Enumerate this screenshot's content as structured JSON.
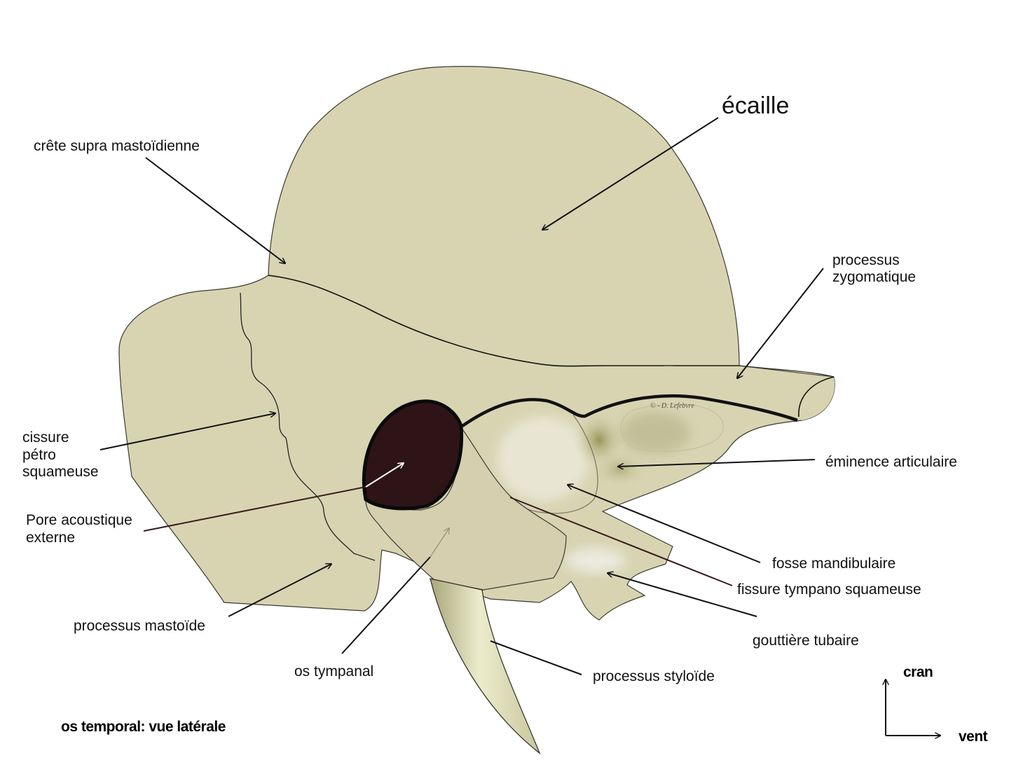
{
  "colors": {
    "bone": "#d8d4b2",
    "bone_stroke": "#3a3a30",
    "pore": "#2e1416",
    "tympanal": "#d6d0b4",
    "styloid": "#e6e6c4",
    "shadow": "#8e8a4a"
  },
  "labels": {
    "ecaille": "écaille",
    "crete": "crête supra mastoïdienne",
    "zygomatique_1": "processus",
    "zygomatique_2": "zygomatique",
    "cissure_1": "cissure",
    "cissure_2": "pétro",
    "cissure_3": "squameuse",
    "pore_1": "Pore acoustique",
    "pore_2": "externe",
    "eminence": "éminence articulaire",
    "fosse": "fosse mandibulaire",
    "fissure": "fissure tympano squameuse",
    "gouttiere": "gouttière tubaire",
    "mastoide": "processus mastoïde",
    "tympanal": "os tympanal",
    "styloide": "processus styloïde",
    "watermark": "© - D. Lefebvre"
  },
  "title": "os temporal: vue latérale",
  "orientation": {
    "up": "cran",
    "right": "vent"
  }
}
